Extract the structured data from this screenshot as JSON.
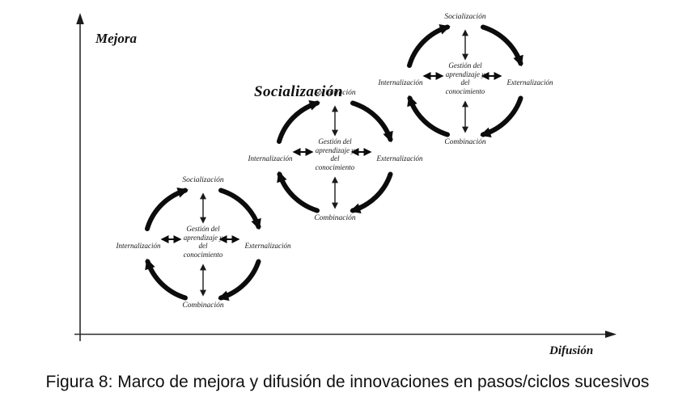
{
  "figure": {
    "caption": "Figura 8: Marco de mejora y difusión de innovaciones en pasos/ciclos sucesivos",
    "axes": {
      "y_label": "Mejora",
      "x_label": "Difusión"
    },
    "highlight_label": "Socialización",
    "cycle": {
      "top": "Socialización",
      "left": "Internalización",
      "right": "Externalización",
      "bottom": "Combinación",
      "center": [
        "Gestión del",
        "aprendizaje y",
        "del",
        "conocimiento"
      ]
    }
  }
}
